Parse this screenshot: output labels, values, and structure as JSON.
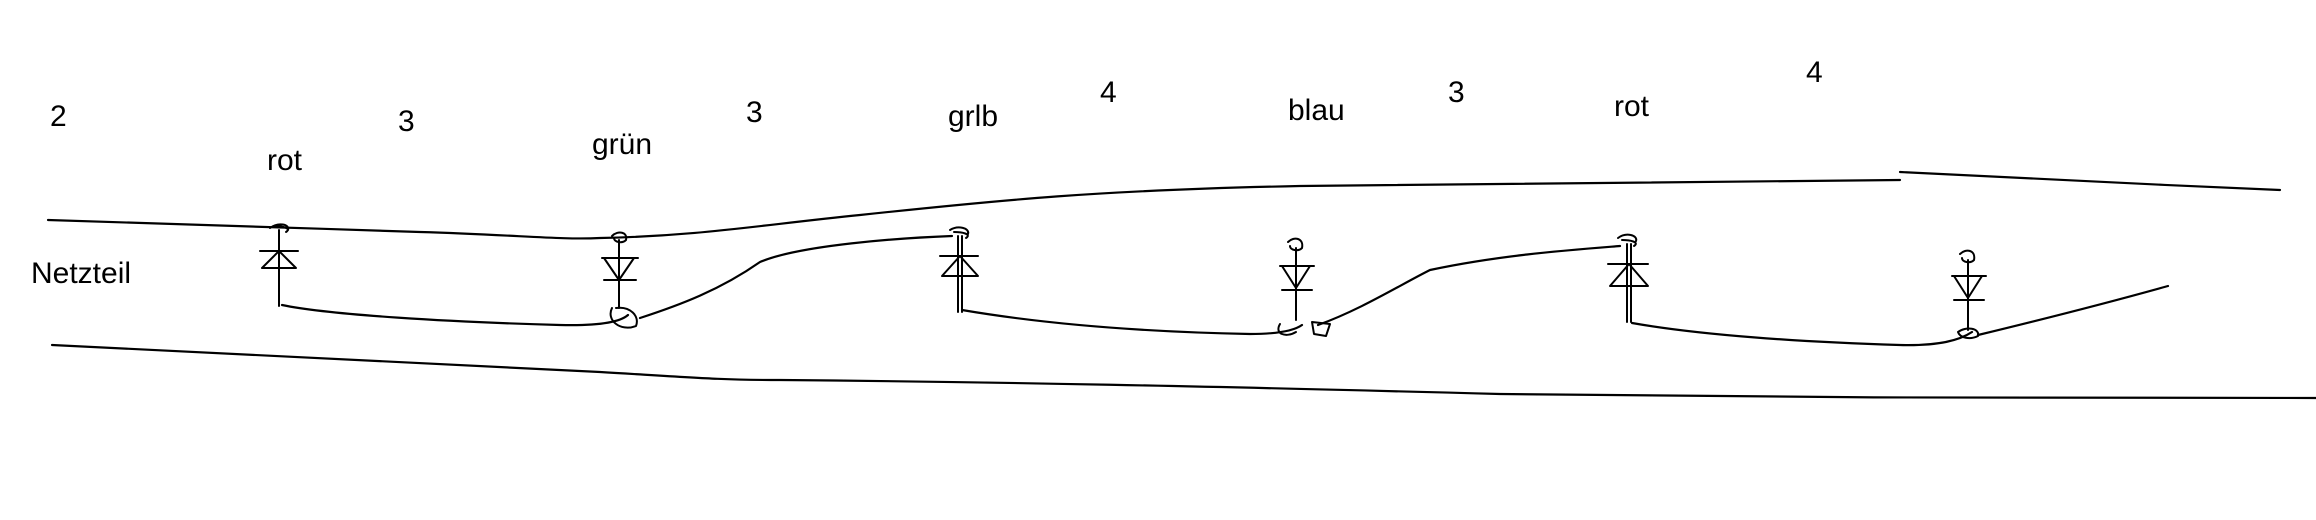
{
  "power_label": "Netzteil",
  "labels": {
    "count_first": "2",
    "led_1": "rot",
    "count_1_2": "3",
    "led_2": "grün",
    "count_2_3": "3",
    "led_3": "grlb",
    "count_3_4": "4",
    "led_4": "blau",
    "count_4_5": "3",
    "led_5": "rot",
    "count_5_6": "4"
  },
  "colors": {
    "ink": "#000000",
    "background": "#ffffff"
  }
}
